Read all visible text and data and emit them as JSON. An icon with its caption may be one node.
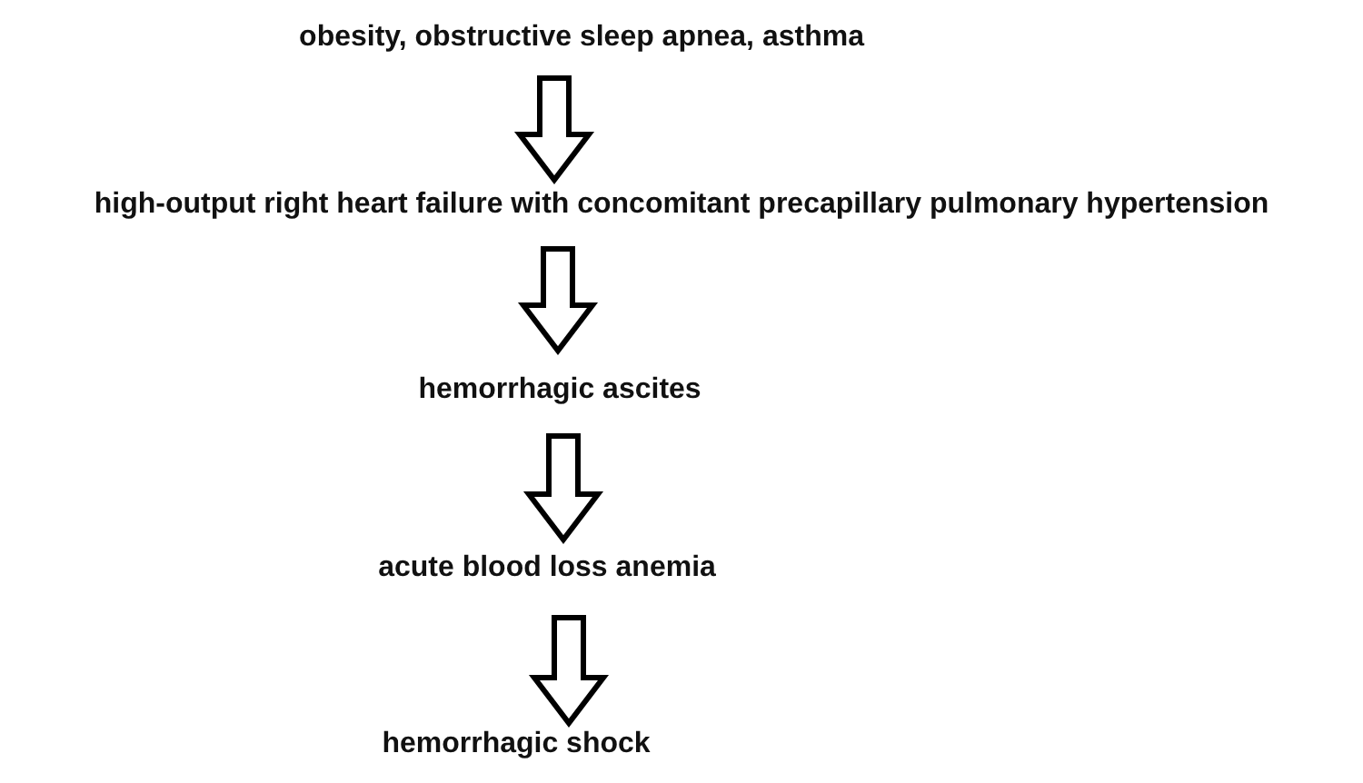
{
  "diagram": {
    "nodes": [
      {
        "text": [
          "obesity, obstructive sleep apnea, asthma"
        ]
      },
      {
        "text": [
          "high-output right heart failure with concomitant precapillary pulmonary hypertension"
        ]
      },
      {
        "text": [
          "hemorrhagic ascites"
        ]
      },
      {
        "text": [
          "acute blood loss anemia"
        ]
      },
      {
        "text": [
          "hemorrhagic shock"
        ]
      }
    ],
    "edges": [
      {
        "from": 0,
        "to": 1,
        "arrow": "to"
      },
      {
        "from": 1,
        "to": 2,
        "arrow": "to"
      },
      {
        "from": 2,
        "to": 3,
        "arrow": "to"
      },
      {
        "from": 3,
        "to": 4,
        "arrow": "to"
      }
    ]
  }
}
